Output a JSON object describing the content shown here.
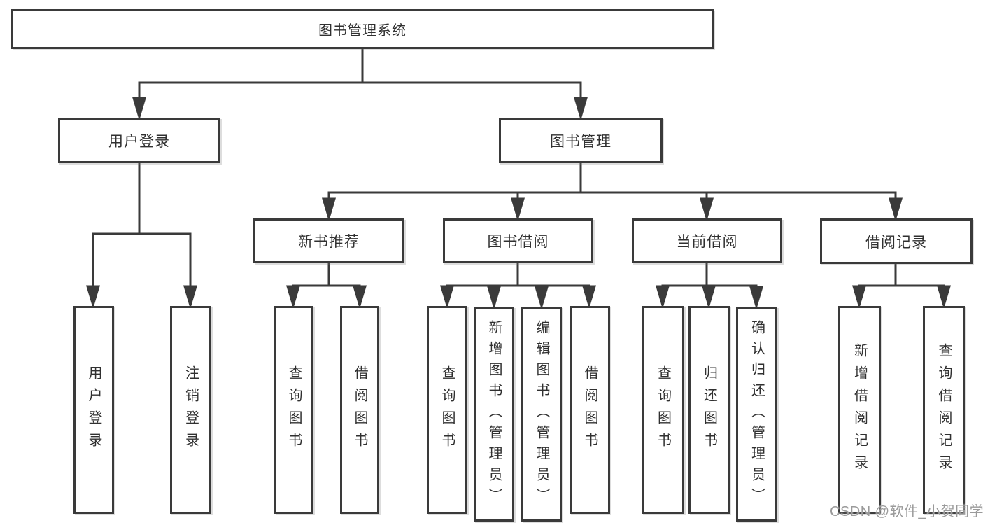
{
  "tree": {
    "root": {
      "label": "图书管理系统"
    },
    "children": [
      {
        "label": "用户登录",
        "children": [
          {
            "label": "用户登录"
          },
          {
            "label": "注销登录"
          }
        ]
      },
      {
        "label": "图书管理",
        "children": [
          {
            "label": "新书推荐",
            "children": [
              {
                "label": "查询图书"
              },
              {
                "label": "借阅图书"
              }
            ]
          },
          {
            "label": "图书借阅",
            "children": [
              {
                "label": "查询图书"
              },
              {
                "label": "新增图书（管理员）"
              },
              {
                "label": "编辑图书（管理员）"
              },
              {
                "label": "借阅图书"
              }
            ]
          },
          {
            "label": "当前借阅",
            "children": [
              {
                "label": "查询图书"
              },
              {
                "label": "归还图书"
              },
              {
                "label": "确认归还（管理员）"
              }
            ]
          },
          {
            "label": "借阅记录",
            "children": [
              {
                "label": "新增借阅记录"
              },
              {
                "label": "查询借阅记录"
              }
            ]
          }
        ]
      }
    ]
  },
  "watermark": {
    "text": "CSDN @软件_小贺同学"
  },
  "colors": {
    "line": "#3a3a3a",
    "box_border": "#3a3a3a",
    "text": "#303030",
    "background": "#ffffff",
    "watermark": "#9a9a9a"
  }
}
